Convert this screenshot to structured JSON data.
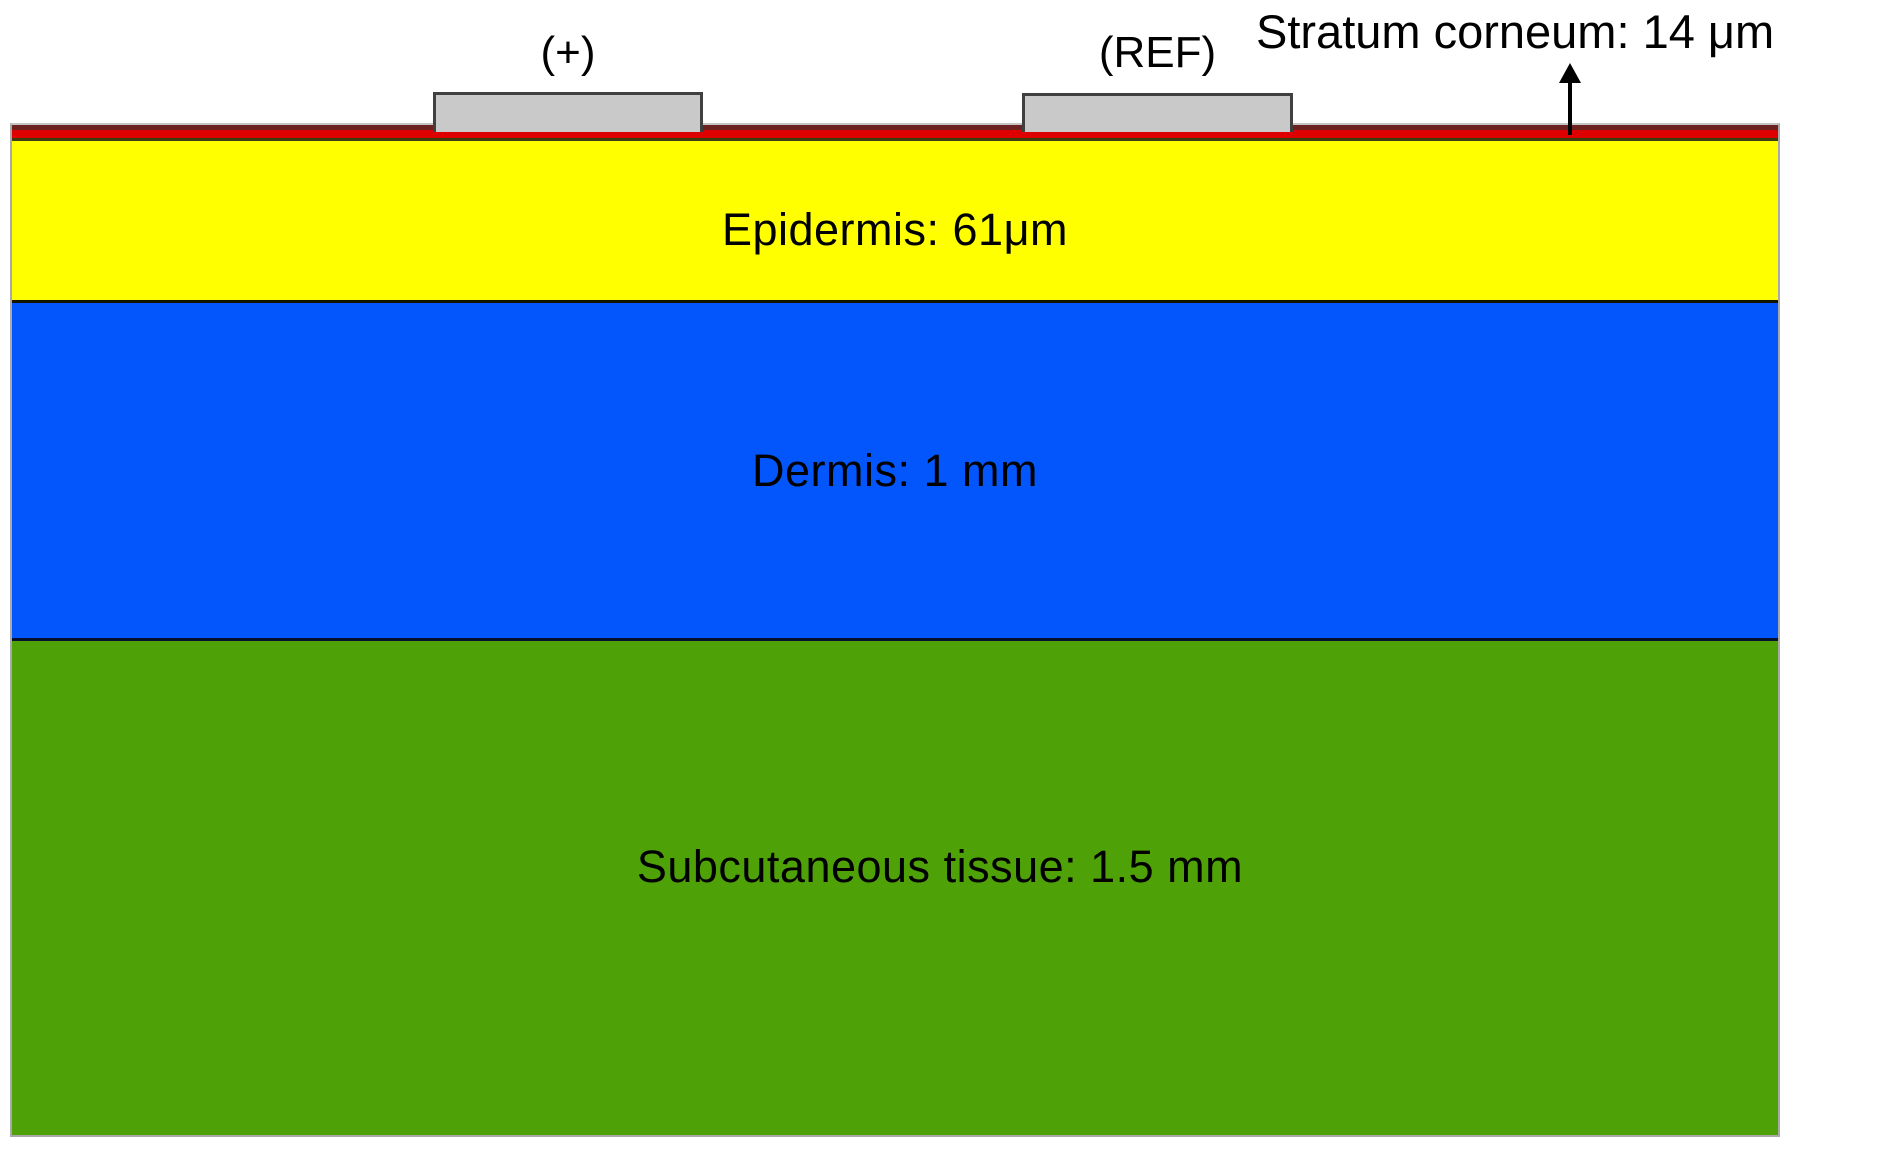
{
  "annotation": {
    "label": "Stratum corneum: 14 μm"
  },
  "electrodes": {
    "positive": {
      "label": "(+)"
    },
    "reference": {
      "label": "(REF)"
    }
  },
  "layers": {
    "stratum_corneum": {
      "color": "#de0000"
    },
    "epidermis": {
      "label": "Epidermis: 61μm",
      "color": "#ffff00"
    },
    "dermis": {
      "label": "Dermis: 1 mm",
      "color": "#0356fb"
    },
    "subcutaneous": {
      "label": "Subcutaneous tissue: 1.5 mm",
      "color": "#4fa108"
    }
  },
  "colors": {
    "electrode_fill": "#c9c9c9",
    "electrode_border": "#404040",
    "outline_gray": "#a9a9a9",
    "arrow": "#000000",
    "text": "#000000",
    "background": "#ffffff"
  }
}
